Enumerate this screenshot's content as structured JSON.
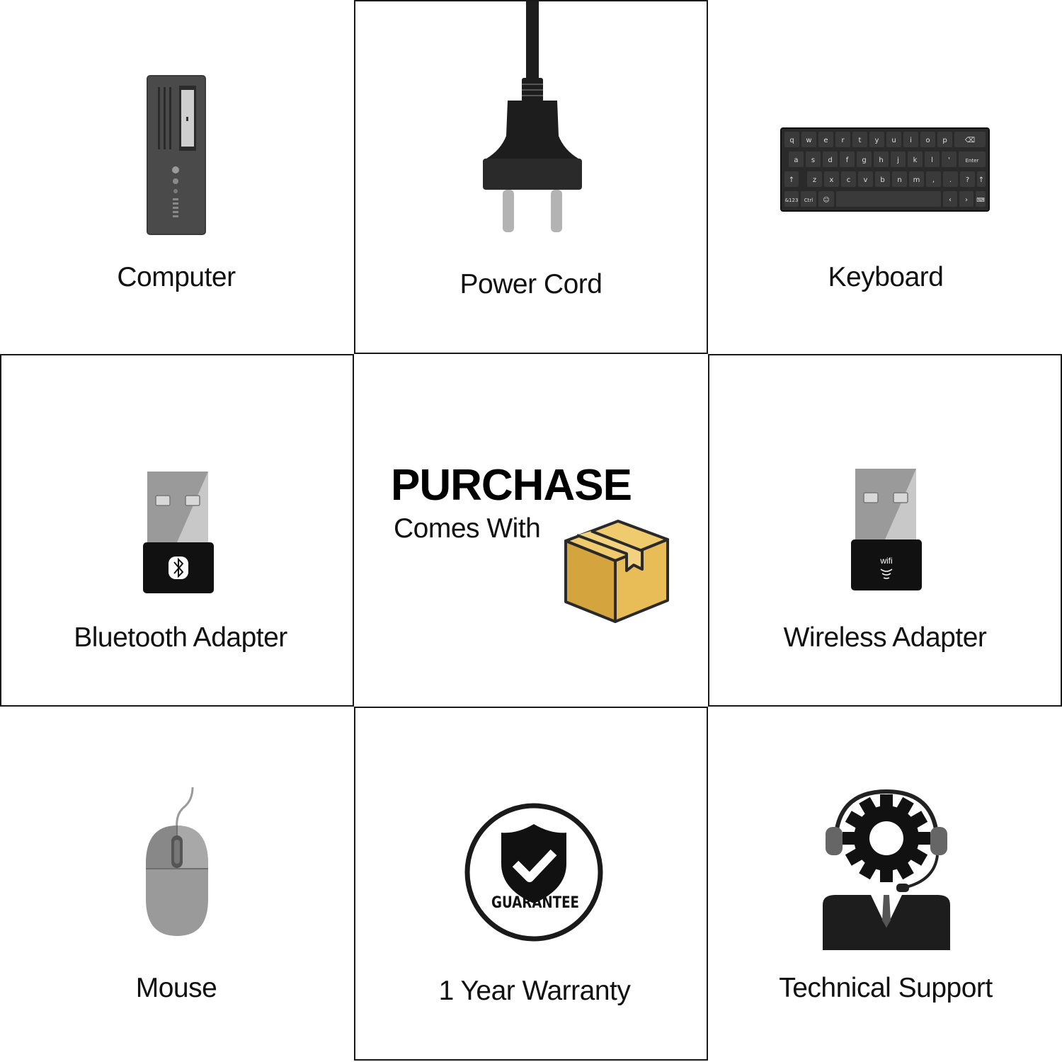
{
  "items": {
    "computer": "Computer",
    "power_cord": "Power Cord",
    "keyboard": "Keyboard",
    "bluetooth_adapter": "Bluetooth Adapter",
    "wireless_adapter": "Wireless Adapter",
    "mouse": "Mouse",
    "warranty": "1 Year Warranty",
    "technical_support": "Technical Support"
  },
  "center": {
    "title": "PURCHASE",
    "subtitle": "Comes With"
  },
  "icons": {
    "wifi_text": "wifi",
    "guarantee_text": "GUARANTEE",
    "keyboard_rows": [
      [
        "q",
        "w",
        "e",
        "r",
        "t",
        "y",
        "u",
        "i",
        "o",
        "p"
      ],
      [
        "a",
        "s",
        "d",
        "f",
        "g",
        "h",
        "j",
        "k",
        "l",
        "'"
      ],
      [
        "z",
        "x",
        "c",
        "v",
        "b",
        "n",
        "m",
        ",",
        ".",
        "?"
      ]
    ],
    "key_enter": "Enter",
    "key_123": "&123",
    "key_ctrl": "Ctrl"
  },
  "colors": {
    "box_fill": "#e8bd57",
    "box_shade": "#d4a43e",
    "dark": "#1d1d1d",
    "gray": "#8a8a8a"
  }
}
